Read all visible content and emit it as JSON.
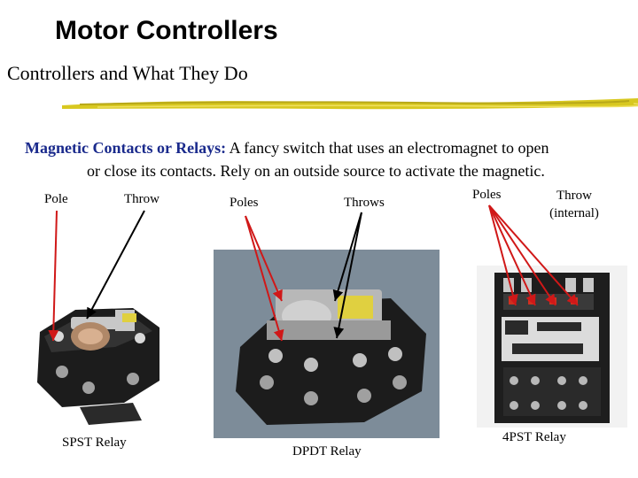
{
  "title": "Motor Controllers",
  "subtitle": "Controllers and What They Do",
  "intro": {
    "lead": "Magnetic Contacts or Relays:",
    "line1": " A fancy switch that uses an electromagnet to open",
    "line2": "or close its contacts.  Rely on an outside source to activate the magnetic."
  },
  "relays": [
    {
      "labels": [
        "Pole",
        "Throw"
      ],
      "caption": "SPST Relay"
    },
    {
      "labels": [
        "Poles",
        "Throws"
      ],
      "caption": "DPDT Relay"
    },
    {
      "labels": [
        "Poles",
        "Throw",
        "(internal)"
      ],
      "caption": "4PST Relay"
    }
  ],
  "colors": {
    "lead_text": "#1a2a8c",
    "accent_rule": "#d8c820",
    "arrow_red": "#d01818",
    "arrow_black": "#000000"
  }
}
